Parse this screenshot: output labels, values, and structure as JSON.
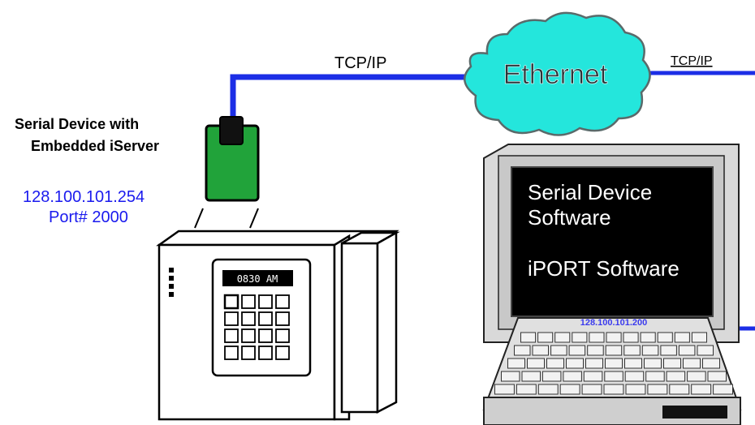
{
  "device": {
    "title_line1": "Serial Device with",
    "title_line2": "Embedded iServer",
    "ip": "128.100.101.254",
    "port": "Port# 2000",
    "display_text": "0830 AM"
  },
  "links": {
    "left_label": "TCP/IP",
    "right_label": "TCP/IP"
  },
  "cloud": {
    "label": "Ethernet"
  },
  "laptop": {
    "screen_line1": "Serial Device",
    "screen_line2": "Software",
    "screen_line3": "iPORT Software",
    "ip_strip": "128.100.101.200"
  },
  "colors": {
    "link_blue": "#1c2ee6",
    "cloud_fill": "#24e6dc",
    "converter_green": "#21a33a",
    "laptop_gray": "#d9d9d9",
    "screen_black": "#000000",
    "ip_text_blue": "#1a1aee"
  }
}
